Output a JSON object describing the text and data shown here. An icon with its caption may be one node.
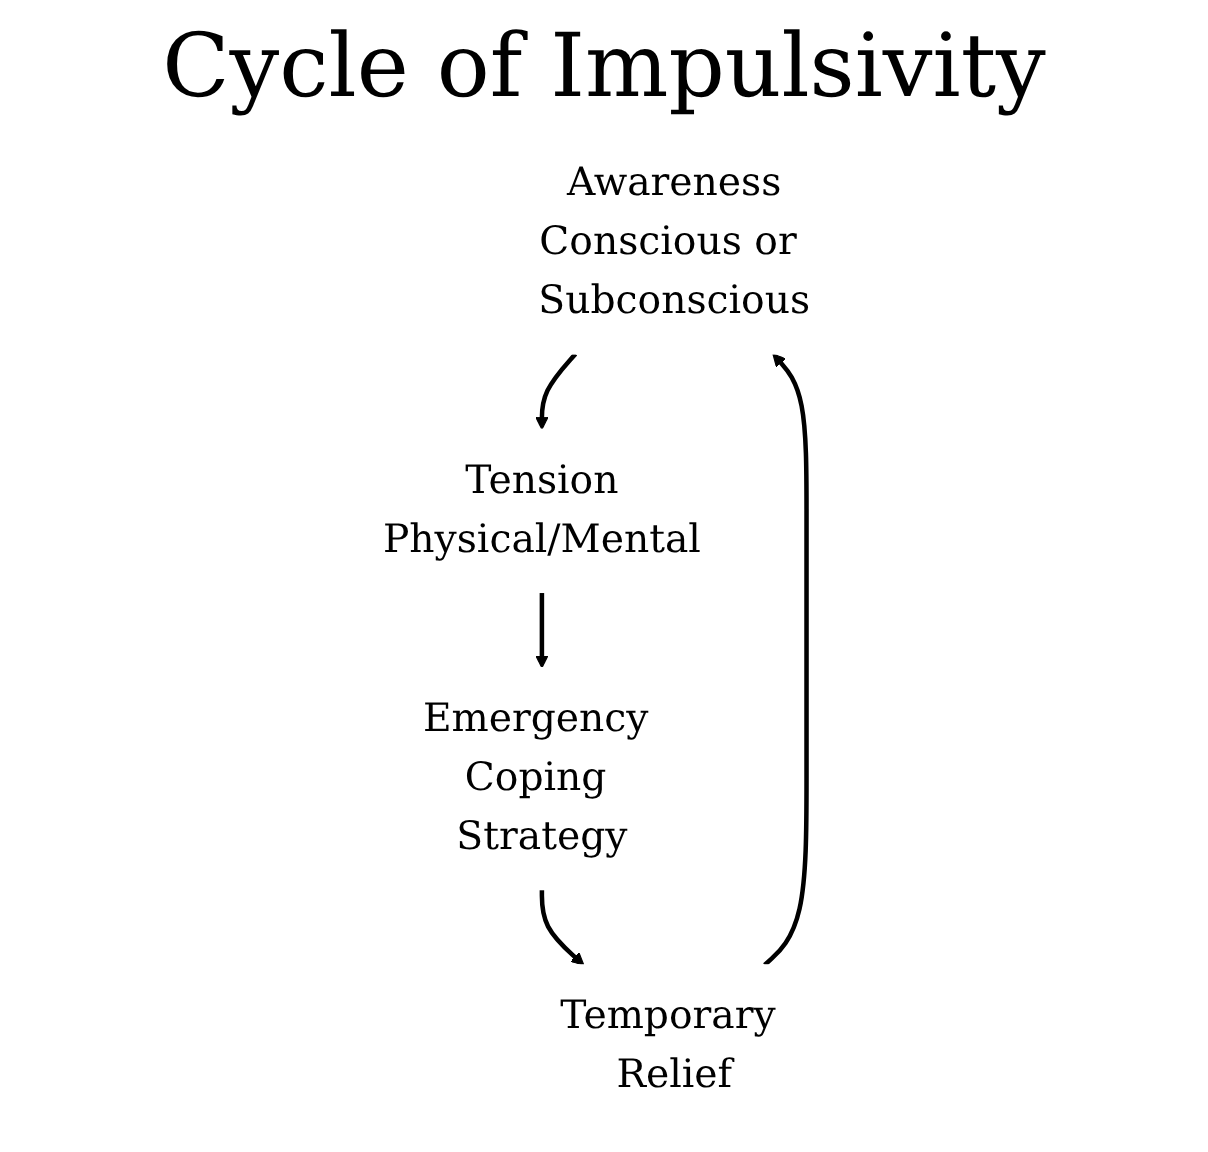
{
  "diagram": {
    "title": "Cycle of Impulsivity",
    "nodes": [
      {
        "text": [
          "Awareness",
          "Conscious or Subconscious"
        ]
      },
      {
        "text": [
          "Tension",
          "Physical/Mental"
        ]
      },
      {
        "text": [
          "Emergency Coping Strategy"
        ]
      },
      {
        "text": [
          "Temporary Relief"
        ]
      }
    ],
    "edges": [
      {
        "from": 0,
        "to": 1,
        "arrow": "to"
      },
      {
        "from": 1,
        "to": 2,
        "arrow": "to"
      },
      {
        "from": 2,
        "to": 3,
        "arrow": "to"
      },
      {
        "from": 3,
        "to": 0,
        "arrow": "to"
      }
    ]
  }
}
